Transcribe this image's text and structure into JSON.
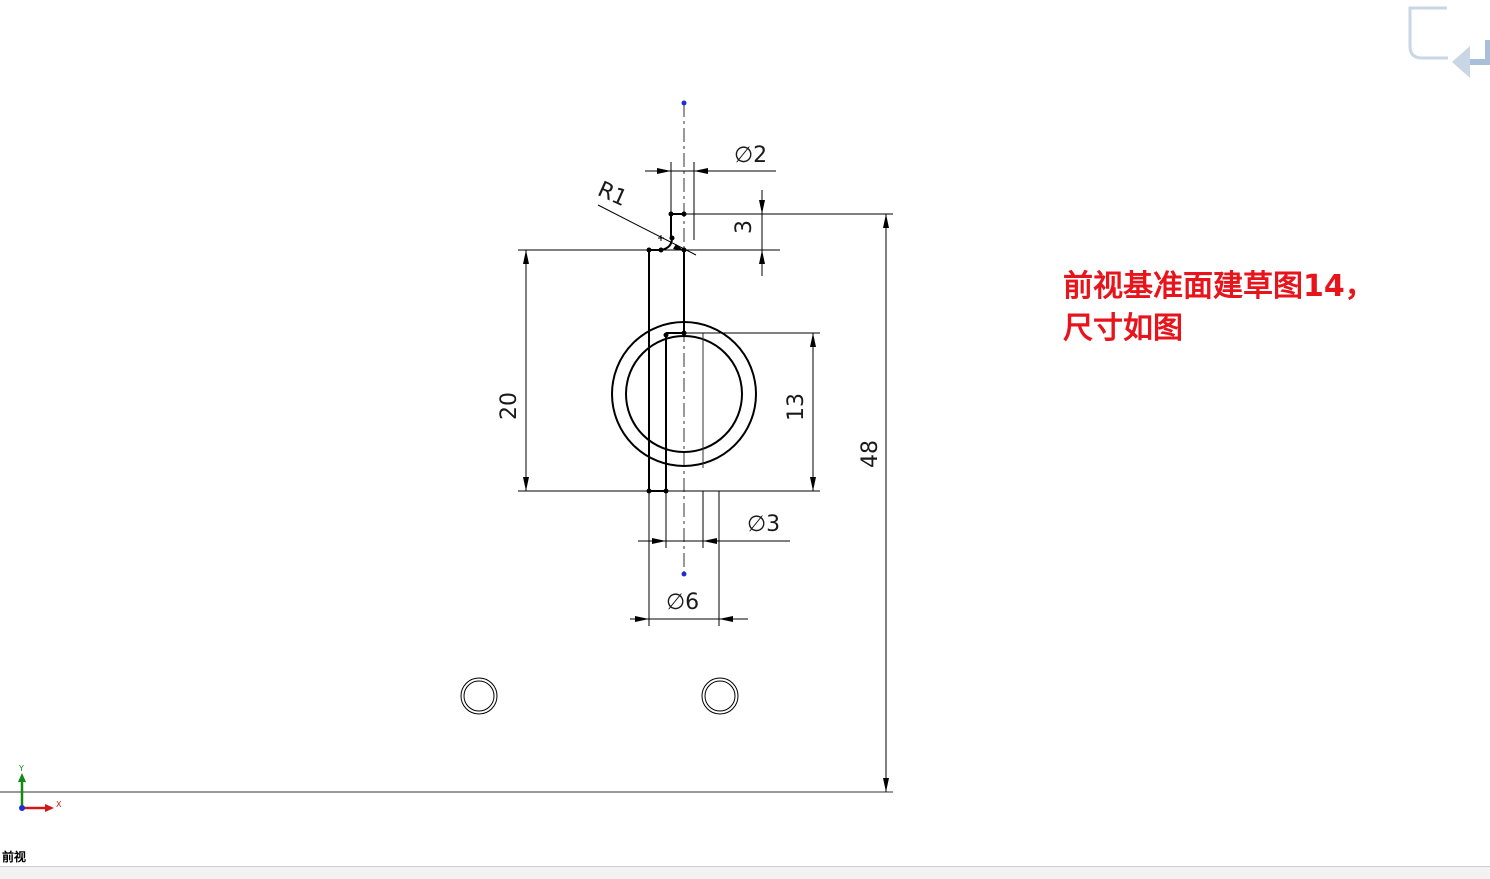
{
  "annotation": {
    "line1": "前视基准面建草图14，",
    "line2": "尺寸如图"
  },
  "view_label": "前视",
  "dimensions": {
    "dia_2": "∅2",
    "radius_1": "R1",
    "len_3": "3",
    "len_20": "20",
    "len_13": "13",
    "len_48": "48",
    "dia_3": "∅3",
    "dia_6": "∅6"
  },
  "triad": {
    "x_label": "X",
    "y_label": "Y"
  },
  "colors": {
    "annotation": "#e8141c",
    "sketch_line": "#000000",
    "point_blue": "#1f2fd6",
    "axis_x": "#d01818",
    "axis_y": "#128a12"
  },
  "icons": {
    "confirm_corner": "confirm-corner-icon"
  }
}
